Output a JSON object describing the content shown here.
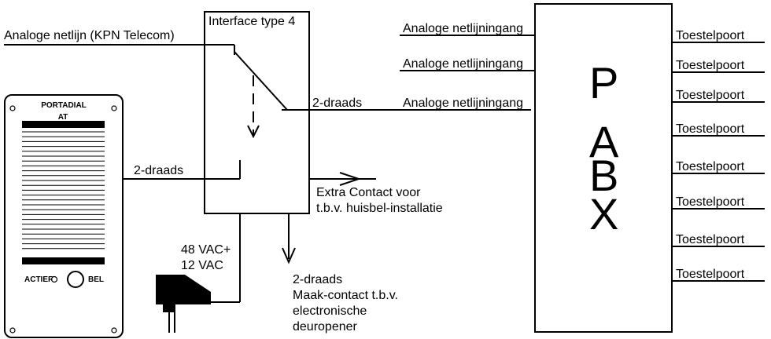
{
  "incoming_line_label": "Analoge netlijn (KPN Telecom)",
  "interface_title": "Interface type 4",
  "link_2wire_label": "2-draads",
  "panel_link_label": "2-draads",
  "extra_contact": {
    "line1": "Extra Contact voor",
    "line2": "t.b.v. huisbel-installatie"
  },
  "power": {
    "line1": "48 VAC+",
    "line2": "12 VAC"
  },
  "door_contact": {
    "line1": "2-draads",
    "line2": "Maak-contact t.b.v.",
    "line3": "electronische",
    "line4": "deuropener"
  },
  "pabx": {
    "letters": [
      "P",
      "A",
      "B",
      "X"
    ],
    "inputs": [
      "Analoge netlijningang",
      "Analoge netlijningang",
      "Analoge netlijningang"
    ],
    "ports": [
      "Toestelpoort",
      "Toestelpoort",
      "Toestelpoort",
      "Toestelpoort",
      "Toestelpoort",
      "Toestelpoort",
      "Toestelpoort",
      "Toestelpoort"
    ]
  },
  "door_panel": {
    "brand": "PORTADIAL",
    "logo": "AT",
    "led_label": "ACTIEF",
    "bell_label": "BEL"
  }
}
